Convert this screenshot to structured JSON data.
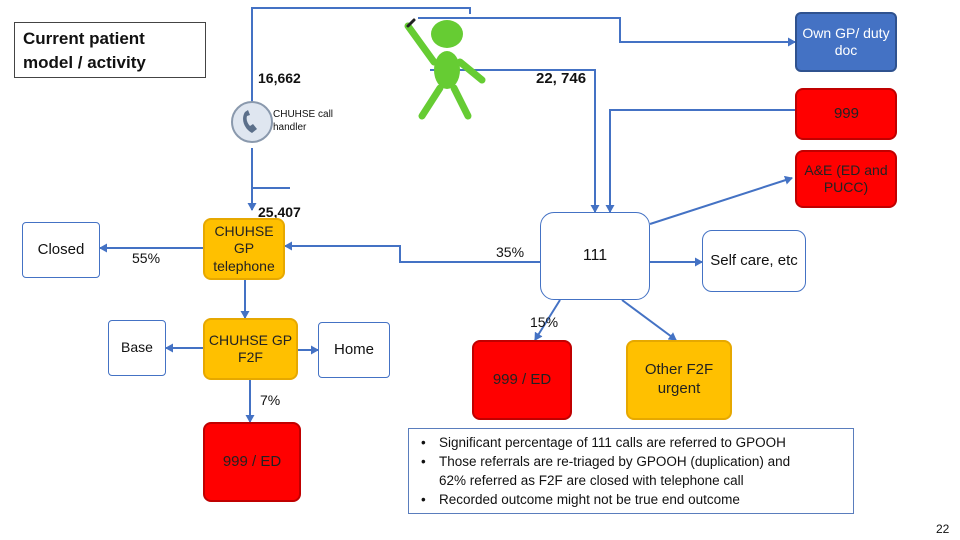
{
  "title": "Current patient model / activity",
  "nodes": {
    "own_gp": "Own GP/ duty doc",
    "n999": "999",
    "ae": "A&E (ED and PUCC)",
    "closed": "Closed",
    "gp_telephone": "CHUHSE GP telephone",
    "base": "Base",
    "gp_f2f": "CHUHSE GP F2F",
    "home": "Home",
    "n111": "111",
    "self_care": "Self care, etc",
    "ed_111": "999 / ED",
    "other_f2f": "Other F2F urgent",
    "ed_f2f": "999 / ED",
    "call_handler": "CHUHSE call handler"
  },
  "labels": {
    "v16662": "16,662",
    "v22746": "22, 746",
    "v25407": "25,407",
    "p55": "55%",
    "p35": "35%",
    "p15": "15%",
    "p7": "7%"
  },
  "notes": [
    "Significant percentage of 111 calls are referred to GPOOH",
    "Those referrals are re-triaged by GPOOH (duplication) and 62% referred as F2F are closed with telephone call",
    "Recorded outcome might not be true end outcome"
  ],
  "page_number": "22",
  "colors": {
    "accent": "#4472c4",
    "red": "#ff0000",
    "orange": "#ffc000",
    "figure": "#66cc33"
  }
}
